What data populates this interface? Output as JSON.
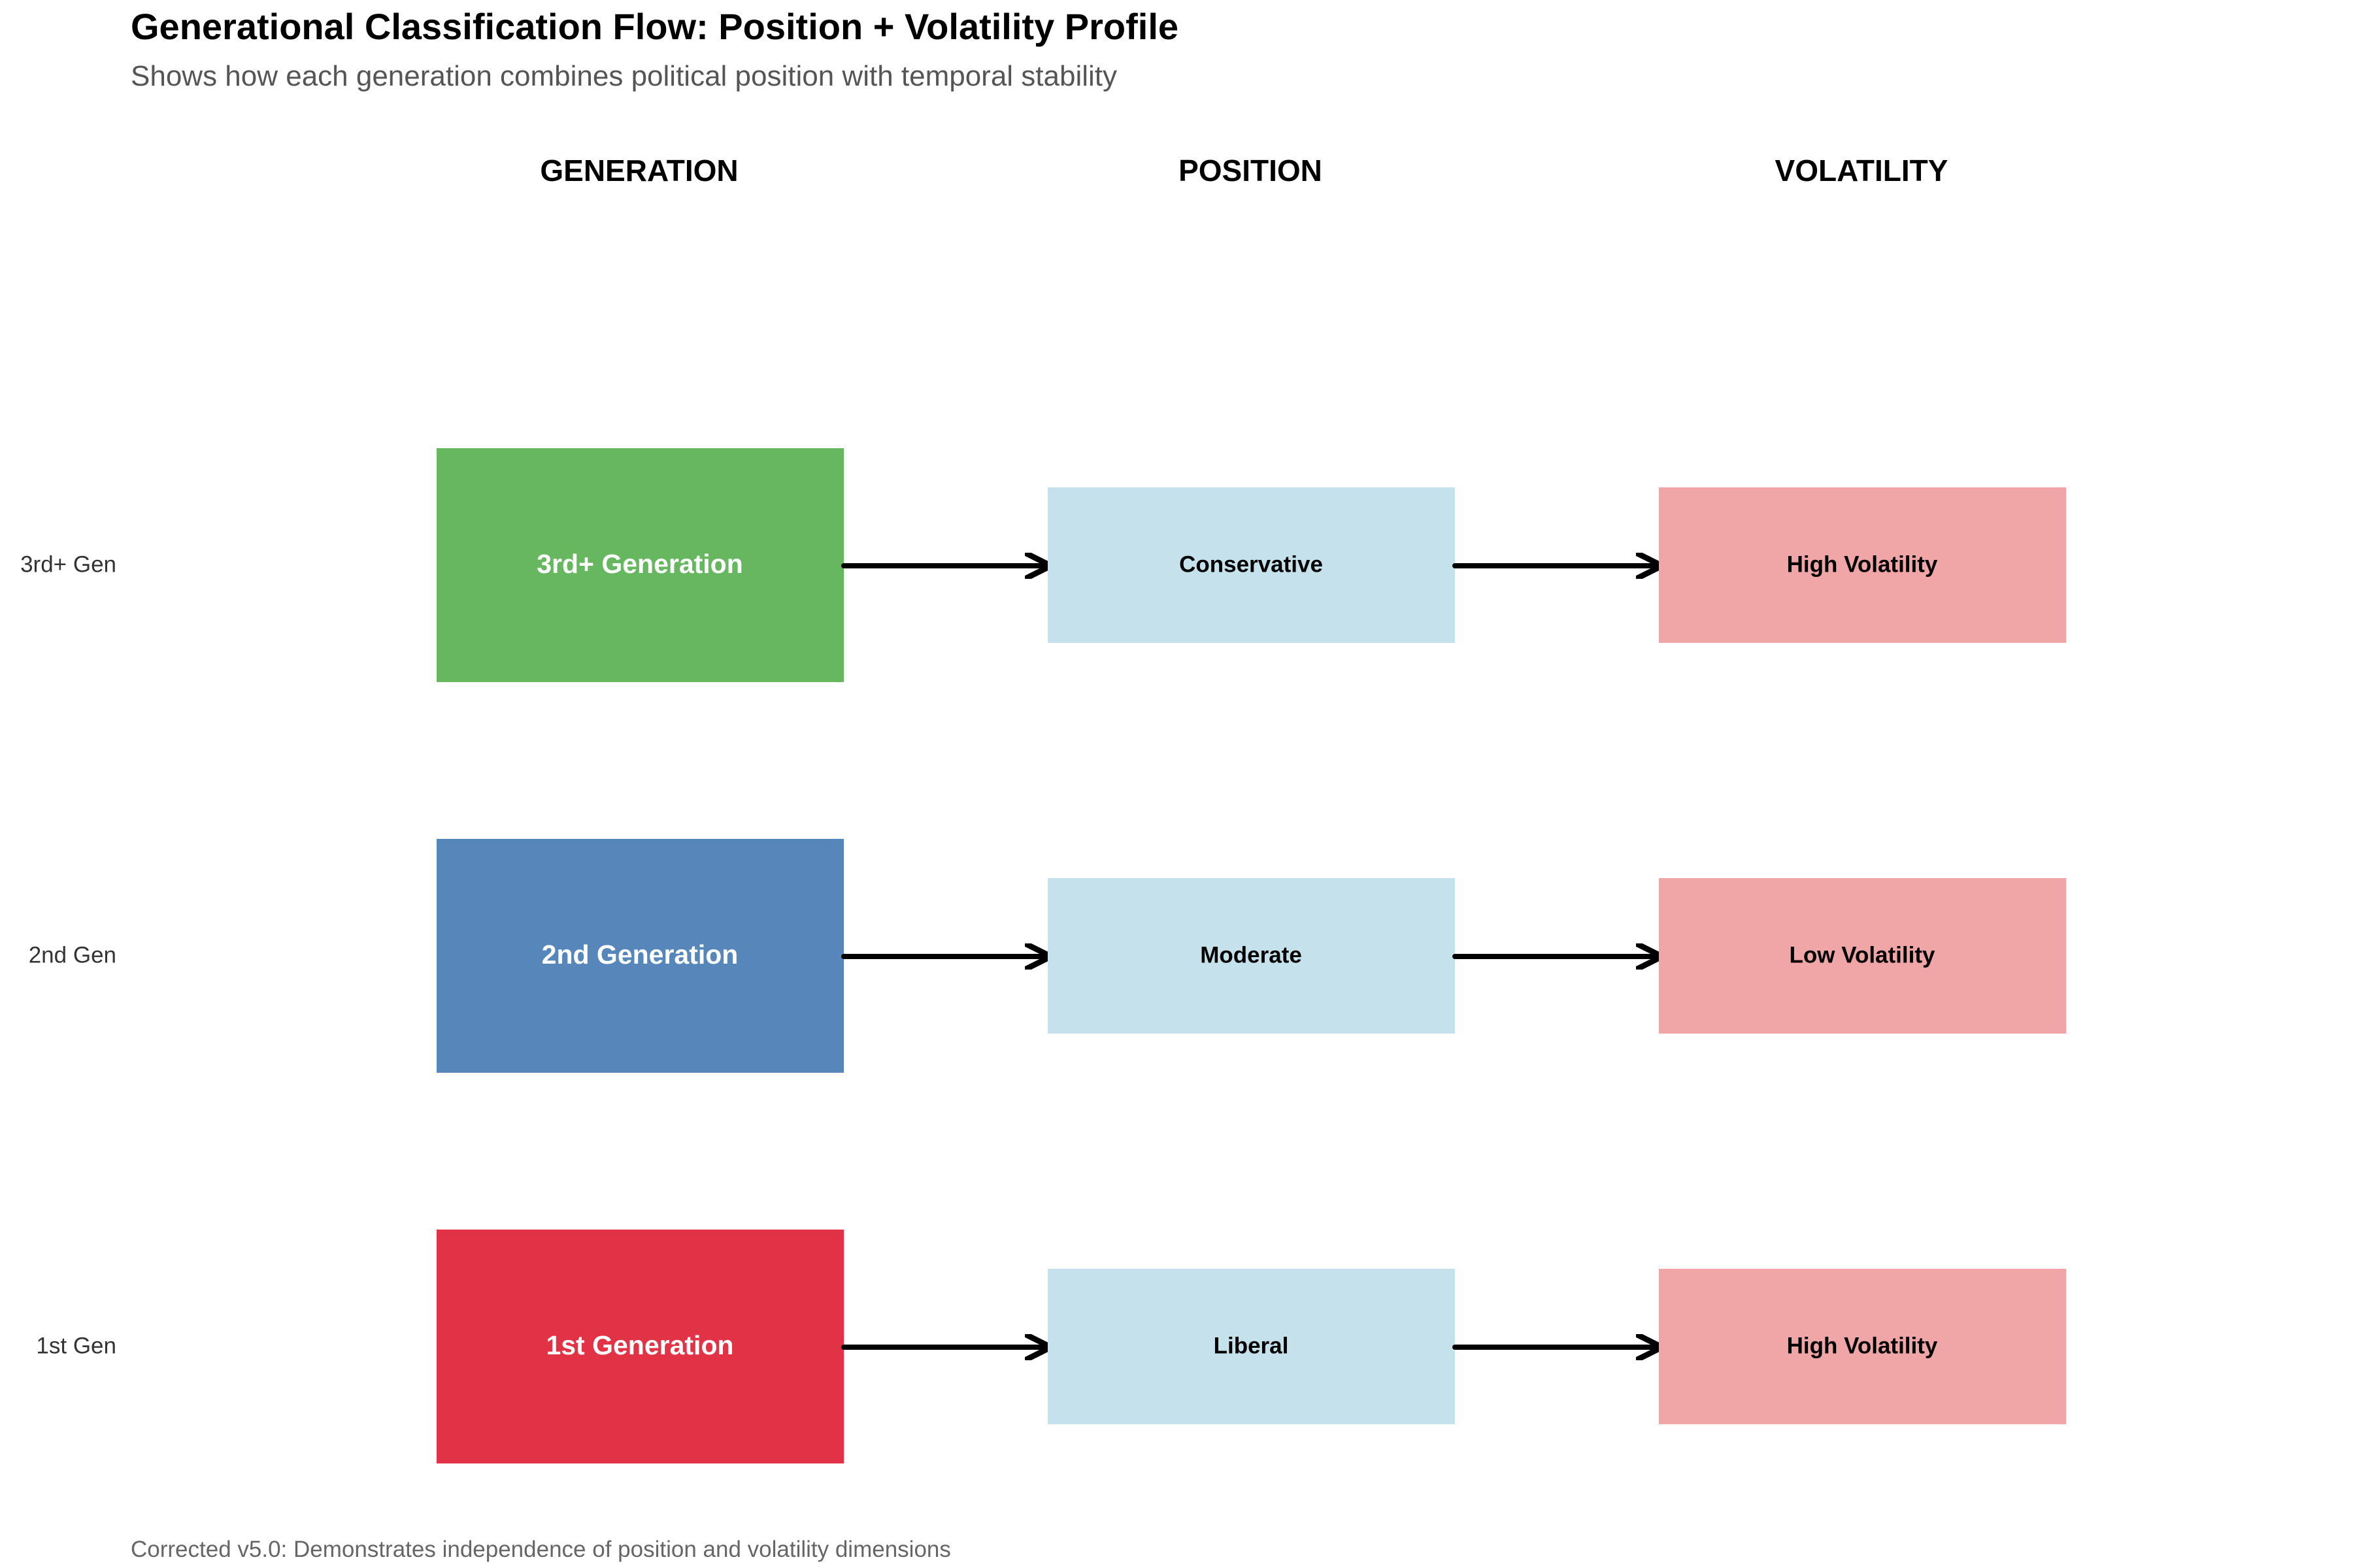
{
  "title": "Generational Classification Flow: Position + Volatility Profile",
  "subtitle": "Shows how each generation combines political position with temporal stability",
  "caption": "Corrected v5.0: Demonstrates independence of position and volatility dimensions",
  "columns": {
    "generation": "GENERATION",
    "position": "POSITION",
    "volatility": "VOLATILITY"
  },
  "rows": [
    {
      "label": "3rd+ Gen",
      "generation": "3rd+ Generation",
      "generation_color": "#66b760",
      "position": "Conservative",
      "volatility": "High Volatility"
    },
    {
      "label": "2nd Gen",
      "generation": "2nd Generation",
      "generation_color": "#5787ba",
      "position": "Moderate",
      "volatility": "Low Volatility"
    },
    {
      "label": "1st Gen",
      "generation": "1st Generation",
      "generation_color": "#e23346",
      "position": "Liberal",
      "volatility": "High Volatility"
    }
  ],
  "colors": {
    "position_box": "#c5e1eb",
    "volatility_box": "#f0a5a7",
    "arrow": "#000000"
  }
}
